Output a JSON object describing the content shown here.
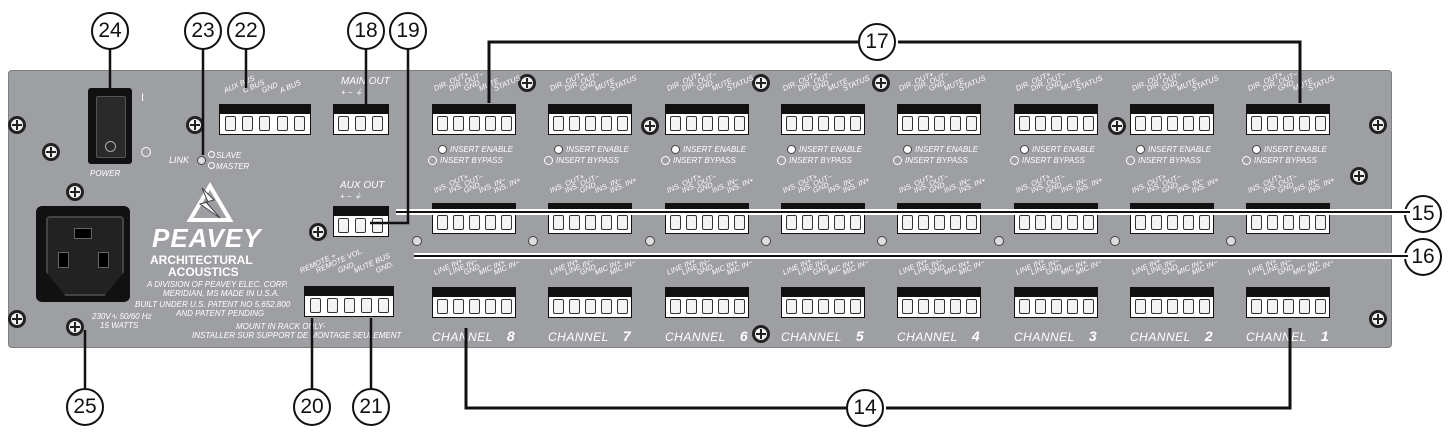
{
  "callouts": [
    "24",
    "23",
    "22",
    "18",
    "19",
    "17",
    "15",
    "16",
    "25",
    "20",
    "21",
    "14"
  ],
  "power": {
    "on_mark": "I",
    "off_mark": "O",
    "label": "POWER"
  },
  "link": {
    "label": "LINK",
    "slave": "SLAVE",
    "master": "MASTER"
  },
  "aux_bus_pins": [
    "AUX BUS",
    "C BUS",
    "GND",
    "A BUS"
  ],
  "main_out": {
    "title": "MAIN OUT",
    "pins": "+    −    ⏚"
  },
  "aux_out": {
    "title": "AUX OUT",
    "pins": "+    −    ⏚"
  },
  "remote_pins": [
    "REMOTE +",
    "REMOTE VOL.",
    "GND.",
    "MUTE BUS",
    "GND."
  ],
  "brand": {
    "logo": "PEAVEY",
    "line1": "ARCHITECTURAL",
    "line2": "ACOUSTICS",
    "division": "A DIVISION OF PEAVEY ELEC. CORP.",
    "address": "MERIDIAN, MS  MADE IN U.S.A.",
    "patent1": "BUILT UNDER U.S. PATENT NO 5,652,800",
    "patent2": "AND PATENT PENDING"
  },
  "power_rating": {
    "voltage": "230V∿ 50/60 Hz",
    "watts": "15 WATTS"
  },
  "mount": {
    "line1": "MOUNT IN RACK ONLY-",
    "line2": "INSTALLER SUR SUPPORT DE MONTAGE SEULEMENT"
  },
  "channel_strip": {
    "output_pins": [
      "DIR. OUT+",
      "DIR. OUT−",
      "GND",
      "MUTE",
      "STATUS"
    ],
    "insert_pins": [
      "INS. OUT+",
      "INS. OUT−",
      "GND",
      "INS. IN−",
      "INS. IN+"
    ],
    "input_pins": [
      "LINE IN+",
      "LINE IN−",
      "GND",
      "MIC IN+",
      "MIC IN−"
    ],
    "insert_enable": "INSERT ENABLE",
    "insert_bypass": "INSERT BYPASS",
    "channel_word": "CHANNEL"
  },
  "channels": [
    "8",
    "7",
    "6",
    "5",
    "4",
    "3",
    "2",
    "1"
  ]
}
